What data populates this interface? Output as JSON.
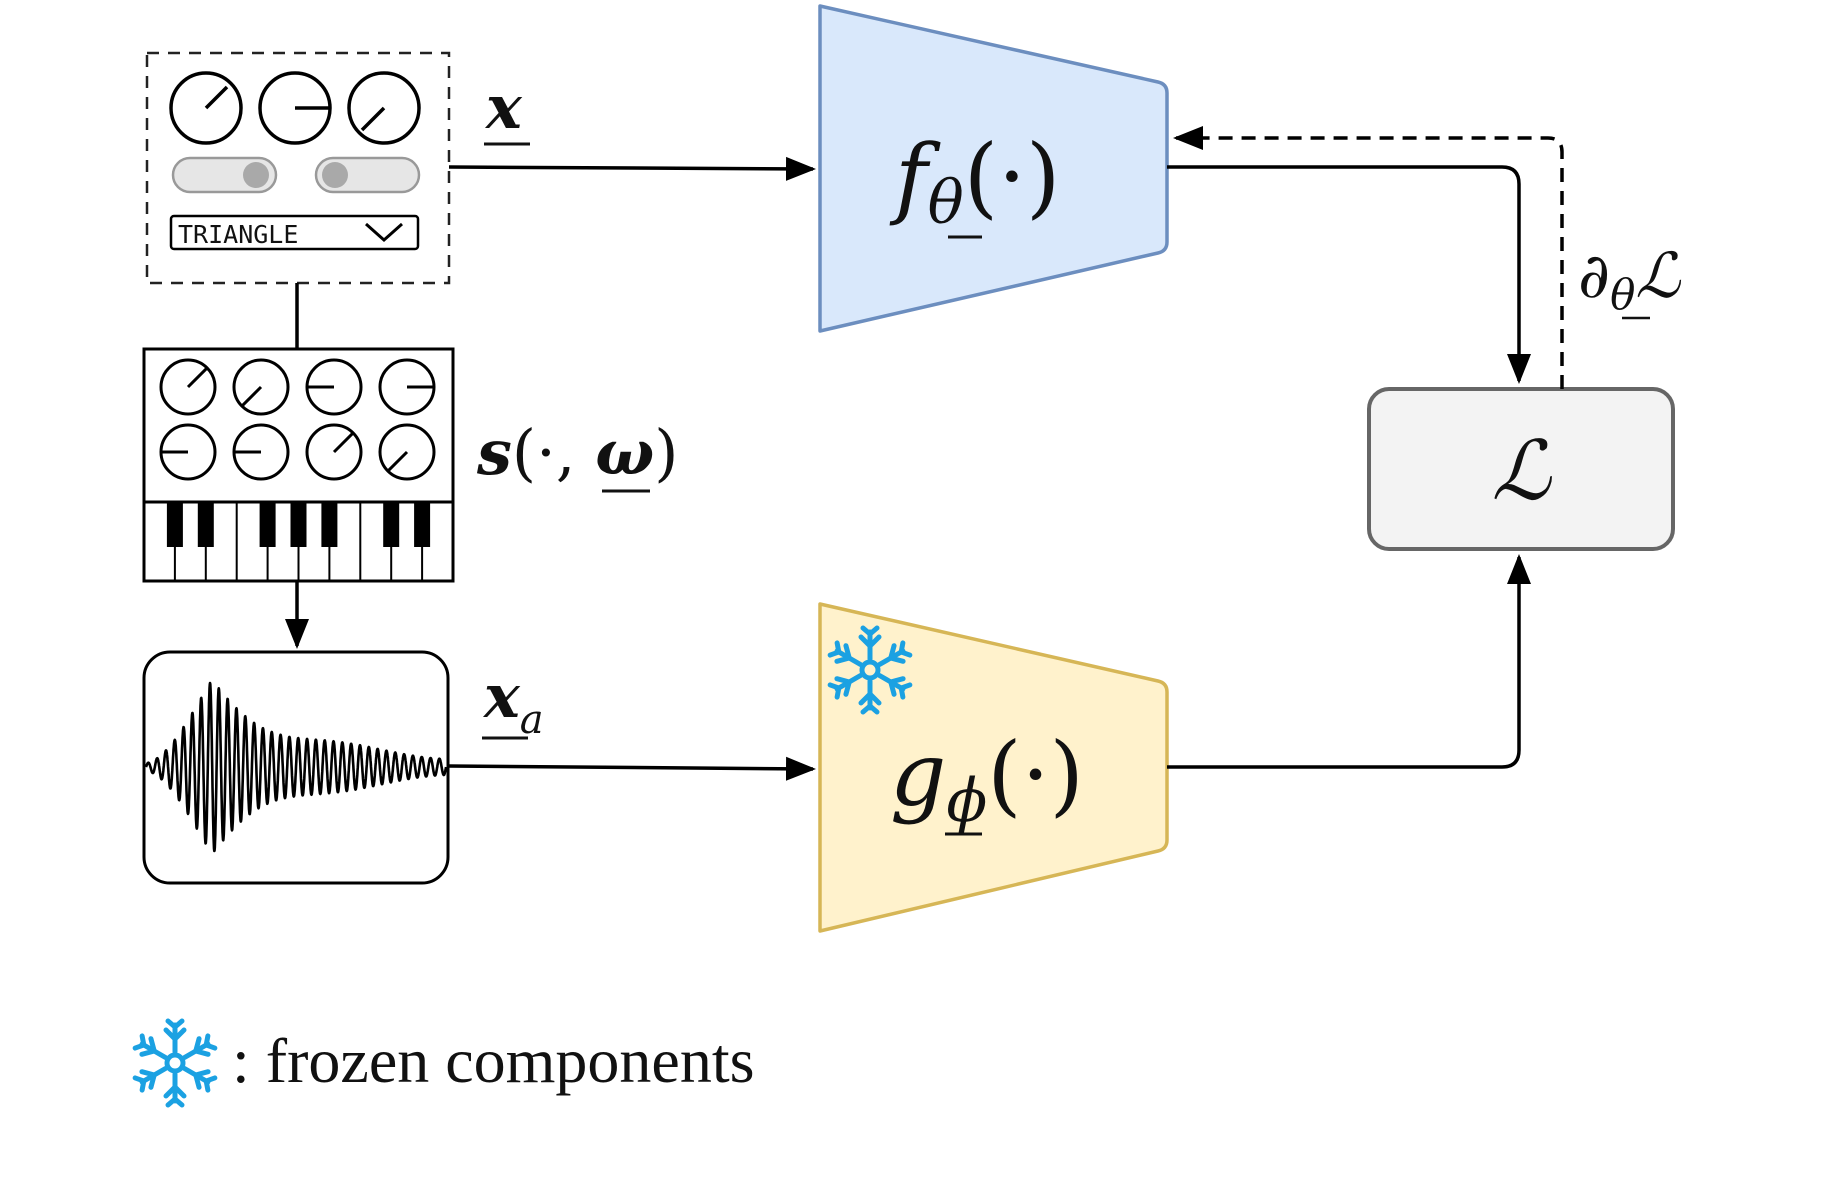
{
  "synth_ui": {
    "waveform_select": "TRIANGLE"
  },
  "labels": {
    "x": "x",
    "x_a_base": "x",
    "x_a_sub": "a",
    "s_fn": "s",
    "s_open": "(·, ",
    "s_omega": "ω",
    "s_close": ")",
    "f_fn": "f",
    "f_sub": "θ",
    "f_arg": "(·)",
    "g_fn": "g",
    "g_sub": "ϕ",
    "g_arg": "(·)",
    "loss": "ℒ",
    "grad_partial": "∂",
    "grad_sub": "θ",
    "grad_loss": "ℒ"
  },
  "legend": {
    "text": ": frozen components"
  },
  "colors": {
    "f_fill": "#d9e8fb",
    "f_stroke": "#6c8ebf",
    "g_fill": "#fff2cc",
    "g_stroke": "#d6b656",
    "loss_fill": "#f3f3f3",
    "loss_stroke": "#666666",
    "snowflake": "#1ba1e2"
  },
  "icons": {
    "frozen": "snowflake-icon"
  }
}
